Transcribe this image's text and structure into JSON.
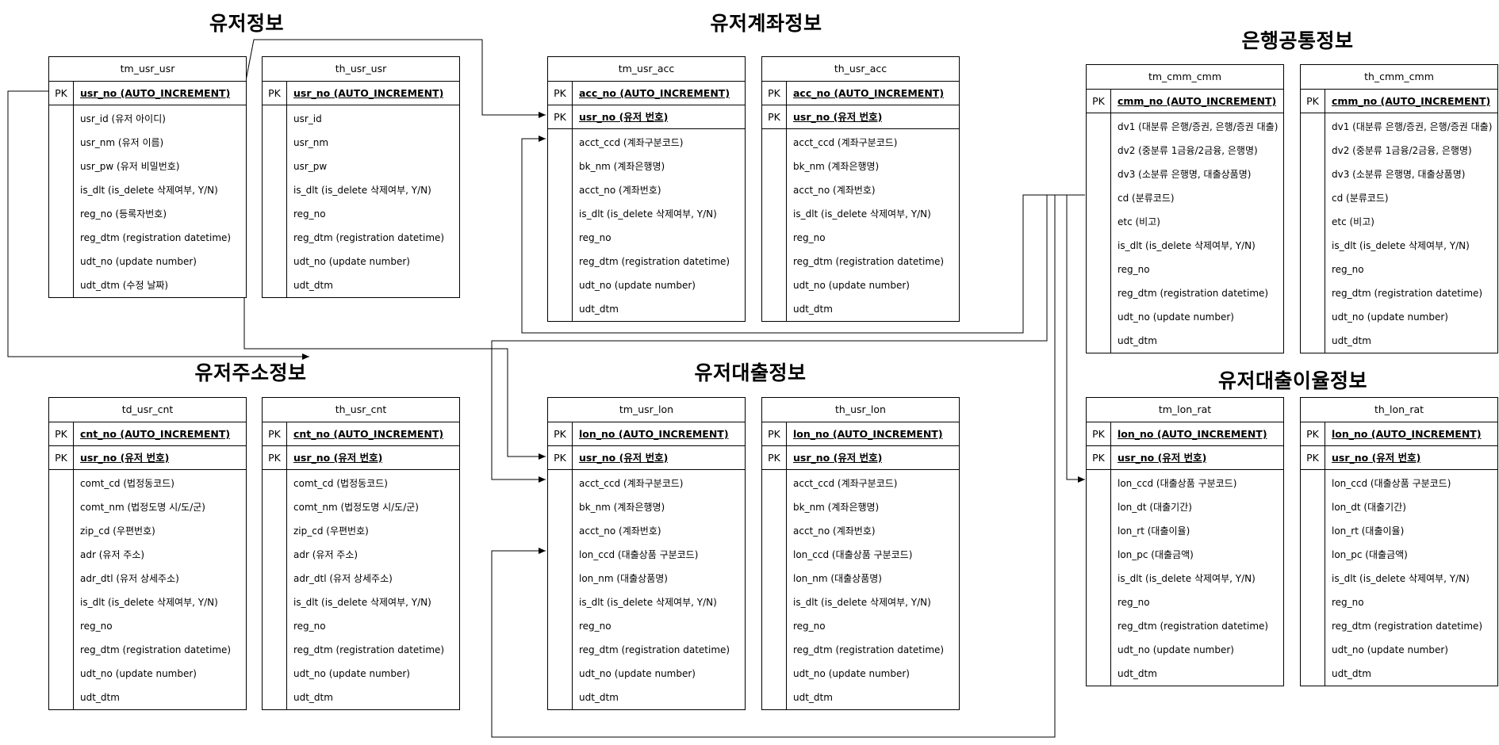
{
  "groups": [
    {
      "title": "유저정보"
    },
    {
      "title": "유저계좌정보"
    },
    {
      "title": "은행공통정보"
    },
    {
      "title": "유저주소정보"
    },
    {
      "title": "유저대출정보"
    },
    {
      "title": "유저대출이율정보"
    }
  ],
  "tables": [
    {
      "name": "tm_usr_usr",
      "keys": [
        {
          "label": "PK",
          "field": "usr_no (AUTO_INCREMENT)"
        }
      ],
      "columns": [
        "usr_id (유저 아이디)",
        "usr_nm (유저 이름)",
        "usr_pw (유저 비밀번호)",
        "is_dlt (is_delete 삭제여부, Y/N)",
        "reg_no (등록자번호)",
        "reg_dtm (registration datetime)",
        "udt_no (update number)",
        "udt_dtm (수정 날짜)"
      ]
    },
    {
      "name": "th_usr_usr",
      "keys": [
        {
          "label": "PK",
          "field": "usr_no (AUTO_INCREMENT)"
        }
      ],
      "columns": [
        "usr_id",
        "usr_nm",
        "usr_pw",
        "is_dlt (is_delete 삭제여부, Y/N)",
        "reg_no",
        "reg_dtm (registration datetime)",
        "udt_no (update number)",
        "udt_dtm"
      ]
    },
    {
      "name": "tm_usr_acc",
      "keys": [
        {
          "label": "PK",
          "field": "acc_no (AUTO_INCREMENT)"
        },
        {
          "label": "PK",
          "field": "usr_no (유저 번호)"
        }
      ],
      "columns": [
        "acct_ccd (계좌구분코드)",
        "bk_nm (계좌은행명)",
        "acct_no (계좌번호)",
        "is_dlt (is_delete 삭제여부, Y/N)",
        "reg_no",
        "reg_dtm (registration datetime)",
        "udt_no (update number)",
        "udt_dtm"
      ]
    },
    {
      "name": "th_usr_acc",
      "keys": [
        {
          "label": "PK",
          "field": "acc_no (AUTO_INCREMENT)"
        },
        {
          "label": "PK",
          "field": "usr_no (유저 번호)"
        }
      ],
      "columns": [
        "acct_ccd (계좌구분코드)",
        "bk_nm (계좌은행명)",
        "acct_no (계좌번호)",
        "is_dlt (is_delete 삭제여부, Y/N)",
        "reg_no",
        "reg_dtm (registration datetime)",
        "udt_no (update number)",
        "udt_dtm"
      ]
    },
    {
      "name": "tm_cmm_cmm",
      "keys": [
        {
          "label": "PK",
          "field": "cmm_no (AUTO_INCREMENT)"
        }
      ],
      "columns": [
        "dv1 (대분류 은행/증권, 은행/증권 대출)",
        "dv2 (중분류 1금융/2금융, 은행명)",
        "dv3 (소분류 은행명, 대출상품명)",
        "cd (분류코드)",
        "etc (비고)",
        "is_dlt (is_delete 삭제여부, Y/N)",
        "reg_no",
        "reg_dtm (registration datetime)",
        "udt_no (update number)",
        "udt_dtm"
      ]
    },
    {
      "name": "th_cmm_cmm",
      "keys": [
        {
          "label": "PK",
          "field": "cmm_no (AUTO_INCREMENT)"
        }
      ],
      "columns": [
        "dv1 (대분류 은행/증권, 은행/증권 대출)",
        "dv2 (중분류 1금융/2금융, 은행명)",
        "dv3 (소분류 은행명, 대출상품명)",
        "cd (분류코드)",
        "etc (비고)",
        "is_dlt (is_delete 삭제여부, Y/N)",
        "reg_no",
        "reg_dtm (registration datetime)",
        "udt_no (update number)",
        "udt_dtm"
      ]
    },
    {
      "name": "td_usr_cnt",
      "keys": [
        {
          "label": "PK",
          "field": "cnt_no (AUTO_INCREMENT)"
        },
        {
          "label": "PK",
          "field": "usr_no (유저 번호)"
        }
      ],
      "columns": [
        "comt_cd (법정동코드)",
        "comt_nm (법정도명 시/도/군)",
        "zip_cd (우편번호)",
        "adr (유저 주소)",
        "adr_dtl (유저 상세주소)",
        "is_dlt (is_delete 삭제여부, Y/N)",
        "reg_no",
        "reg_dtm (registration datetime)",
        "udt_no (update number)",
        "udt_dtm"
      ]
    },
    {
      "name": "th_usr_cnt",
      "keys": [
        {
          "label": "PK",
          "field": "cnt_no (AUTO_INCREMENT)"
        },
        {
          "label": "PK",
          "field": "usr_no (유저 번호)"
        }
      ],
      "columns": [
        "comt_cd (법정동코드)",
        "comt_nm (법정도명 시/도/군)",
        "zip_cd (우편번호)",
        "adr (유저 주소)",
        "adr_dtl (유저 상세주소)",
        "is_dlt (is_delete 삭제여부, Y/N)",
        "reg_no",
        "reg_dtm (registration datetime)",
        "udt_no (update number)",
        "udt_dtm"
      ]
    },
    {
      "name": "tm_usr_lon",
      "keys": [
        {
          "label": "PK",
          "field": "lon_no (AUTO_INCREMENT)"
        },
        {
          "label": "PK",
          "field": "usr_no (유저 번호)"
        }
      ],
      "columns": [
        "acct_ccd (계좌구분코드)",
        "bk_nm (계좌은행명)",
        "acct_no (계좌번호)",
        "lon_ccd (대출상품 구분코드)",
        "lon_nm (대출상품명)",
        "is_dlt (is_delete 삭제여부, Y/N)",
        "reg_no",
        "reg_dtm (registration datetime)",
        "udt_no (update number)",
        "udt_dtm"
      ]
    },
    {
      "name": "th_usr_lon",
      "keys": [
        {
          "label": "PK",
          "field": "lon_no (AUTO_INCREMENT)"
        },
        {
          "label": "PK",
          "field": "usr_no (유저 번호)"
        }
      ],
      "columns": [
        "acct_ccd (계좌구분코드)",
        "bk_nm (계좌은행명)",
        "acct_no (계좌번호)",
        "lon_ccd (대출상품 구분코드)",
        "lon_nm (대출상품명)",
        "is_dlt (is_delete 삭제여부, Y/N)",
        "reg_no",
        "reg_dtm (registration datetime)",
        "udt_no (update number)",
        "udt_dtm"
      ]
    },
    {
      "name": "tm_lon_rat",
      "keys": [
        {
          "label": "PK",
          "field": "lon_no (AUTO_INCREMENT)"
        },
        {
          "label": "PK",
          "field": "usr_no (유저 번호)"
        }
      ],
      "columns": [
        "lon_ccd (대출상품 구분코드)",
        "lon_dt (대출기간)",
        "lon_rt (대출이율)",
        "lon_pc (대출금액)",
        "is_dlt (is_delete 삭제여부, Y/N)",
        "reg_no",
        "reg_dtm (registration datetime)",
        "udt_no (update number)",
        "udt_dtm"
      ]
    },
    {
      "name": "th_lon_rat",
      "keys": [
        {
          "label": "PK",
          "field": "lon_no (AUTO_INCREMENT)"
        },
        {
          "label": "PK",
          "field": "usr_no (유저 번호)"
        }
      ],
      "columns": [
        "lon_ccd (대출상품 구분코드)",
        "lon_dt (대출기간)",
        "lon_rt (대출이율)",
        "lon_pc (대출금액)",
        "is_dlt (is_delete 삭제여부, Y/N)",
        "reg_no",
        "reg_dtm (registration datetime)",
        "udt_no (update number)",
        "udt_dtm"
      ]
    }
  ]
}
